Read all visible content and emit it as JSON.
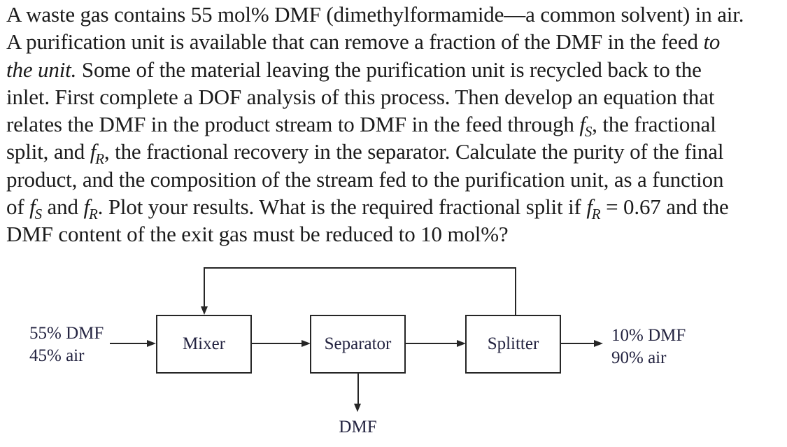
{
  "problem": {
    "lines": [
      [
        {
          "t": "A waste gas contains 55 mol% DMF (dimethylformamide—a common solvent) in air.",
          "s": "n"
        }
      ],
      [
        {
          "t": "A purification unit is available that can remove a fraction of the DMF in the feed ",
          "s": "n"
        },
        {
          "t": "to",
          "s": "i"
        }
      ],
      [
        {
          "t": "the unit.",
          "s": "i"
        },
        {
          "t": " Some of the material leaving the purification unit is recycled back to the",
          "s": "n"
        }
      ],
      [
        {
          "t": "inlet. First complete a DOF analysis of this process. Then develop an equation that",
          "s": "n"
        }
      ],
      [
        {
          "t": "relates the DMF in the product stream to DMF in the feed through ",
          "s": "n"
        },
        {
          "t": "f",
          "s": "i"
        },
        {
          "t": "S",
          "s": "sub"
        },
        {
          "t": ", the fractional",
          "s": "n"
        }
      ],
      [
        {
          "t": "split, and ",
          "s": "n"
        },
        {
          "t": "f",
          "s": "i"
        },
        {
          "t": "R",
          "s": "sub"
        },
        {
          "t": ", the fractional recovery in the separator. Calculate the purity of the final",
          "s": "n"
        }
      ],
      [
        {
          "t": "product, and the composition of the stream fed to the purification unit, as a function",
          "s": "n"
        }
      ],
      [
        {
          "t": "of ",
          "s": "n"
        },
        {
          "t": "f",
          "s": "i"
        },
        {
          "t": "S",
          "s": "sub"
        },
        {
          "t": " and ",
          "s": "n"
        },
        {
          "t": "f",
          "s": "i"
        },
        {
          "t": "R",
          "s": "sub"
        },
        {
          "t": ". Plot your results. What is the required fractional split if ",
          "s": "n"
        },
        {
          "t": "f",
          "s": "i"
        },
        {
          "t": "R",
          "s": "sub"
        },
        {
          "t": " = 0.67 and the",
          "s": "n"
        }
      ],
      [
        {
          "t": "DMF content of the exit gas must be reduced to 10 mol%?",
          "s": "n"
        }
      ]
    ]
  },
  "diagram": {
    "feed": {
      "line1": "55% DMF",
      "line2": "45% air"
    },
    "units": [
      "Mixer",
      "Separator",
      "Splitter"
    ],
    "product": {
      "line1": "10% DMF",
      "line2": "90% air"
    },
    "separator_bottom_label": "DMF"
  },
  "colors": {
    "ink": "#1b1b1b",
    "line": "#262626",
    "label_ink": "#232340",
    "background": "#ffffff"
  }
}
